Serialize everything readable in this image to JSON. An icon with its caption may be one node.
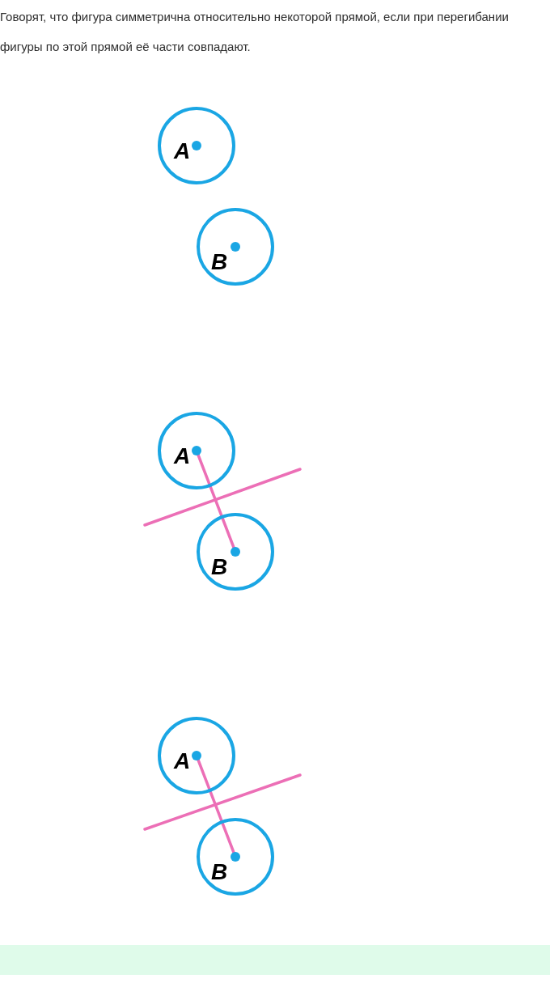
{
  "diagram": {
    "nodes": [
      {
        "text": [
          "A"
        ]
      },
      {
        "text": [
          "B"
        ]
      },
      {
        "text": [
          "A"
        ]
      },
      {
        "text": [
          "B"
        ]
      },
      {
        "text": [
          "A"
        ]
      },
      {
        "text": [
          "B"
        ]
      }
    ],
    "edges": [
      {
        "from": 2,
        "to": 3,
        "arrow": "none"
      },
      {
        "from": 4,
        "to": 5,
        "arrow": "none"
      }
    ],
    "labels": [
      "Говорят, что фигура симметрична относительно некоторой прямой, если при перегибании фигуры по этой прямой её части совпадают."
    ]
  }
}
